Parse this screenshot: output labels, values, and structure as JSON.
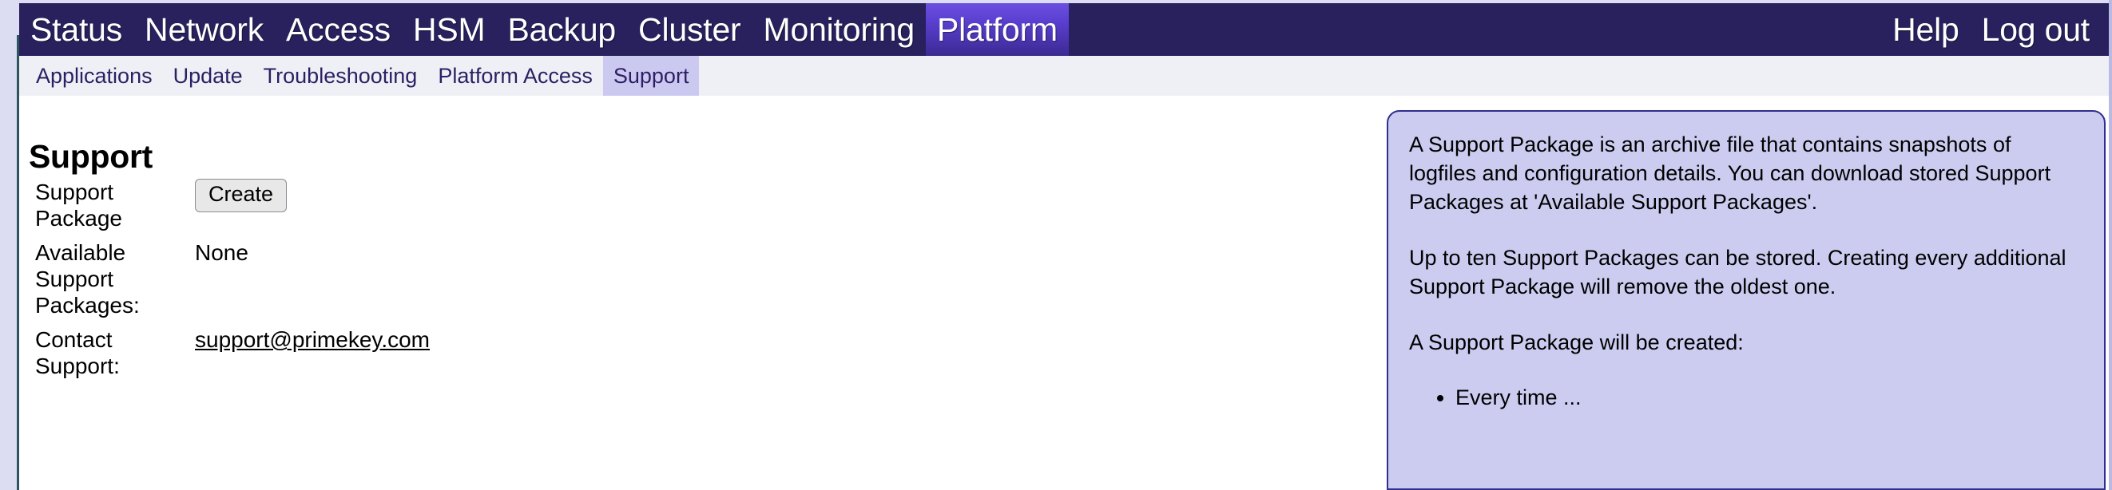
{
  "topnav": {
    "items": [
      {
        "label": "Status",
        "active": false
      },
      {
        "label": "Network",
        "active": false
      },
      {
        "label": "Access",
        "active": false
      },
      {
        "label": "HSM",
        "active": false
      },
      {
        "label": "Backup",
        "active": false
      },
      {
        "label": "Cluster",
        "active": false
      },
      {
        "label": "Monitoring",
        "active": false
      },
      {
        "label": "Platform",
        "active": true
      }
    ],
    "right_items": [
      {
        "label": "Help"
      },
      {
        "label": "Log out"
      }
    ],
    "background_color": "#28215e",
    "active_color": "#5a3fd0"
  },
  "subnav": {
    "items": [
      {
        "label": "Applications",
        "active": false
      },
      {
        "label": "Update",
        "active": false
      },
      {
        "label": "Troubleshooting",
        "active": false
      },
      {
        "label": "Platform Access",
        "active": false
      },
      {
        "label": "Support",
        "active": true
      }
    ],
    "background_color": "#eef0f5",
    "text_color": "#2c1f63",
    "active_background": "#ccc9f0"
  },
  "main": {
    "title": "Support",
    "rows": [
      {
        "label": "Support Package",
        "value": "Create"
      },
      {
        "label": "Available Support Packages:",
        "value": "None"
      },
      {
        "label": "Contact Support:",
        "value": "support@primekey.com"
      }
    ],
    "create_button_label": "Create",
    "available_packages_value": "None",
    "contact_email": "support@primekey.com"
  },
  "info_panel": {
    "background_color": "#ccccf0",
    "border_color": "#2f2f8f",
    "paragraphs": [
      "A Support Package is an archive file that contains snapshots of logfiles and configuration details. You can download stored Support Packages at 'Available Support Packages'.",
      "Up to ten Support Packages can be stored. Creating every additional Support Package will remove the oldest one.",
      "A Support Package will be created:"
    ],
    "bullets": [
      "Every time ..."
    ]
  }
}
